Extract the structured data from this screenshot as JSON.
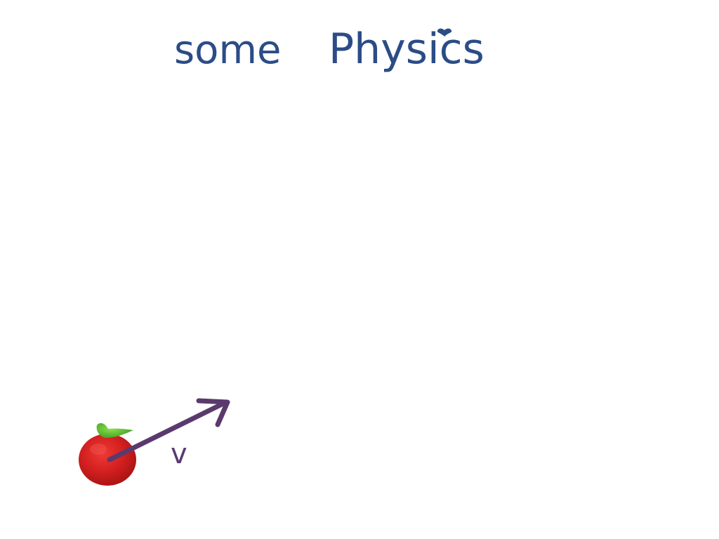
{
  "whiteboard": {
    "title_word_1": "some",
    "title_word_2": "Physics",
    "velocity_label": "v"
  },
  "colors": {
    "background": "#ffffff",
    "title_ink": "#2b4c86",
    "arrow_ink": "#5a3a6e",
    "apple_red": "#d31f1f",
    "apple_dark": "#a81414",
    "leaf_green": "#52b52a"
  },
  "objects": {
    "ball_icon": "apple-icon",
    "vector_icon": "velocity-arrow-icon"
  }
}
